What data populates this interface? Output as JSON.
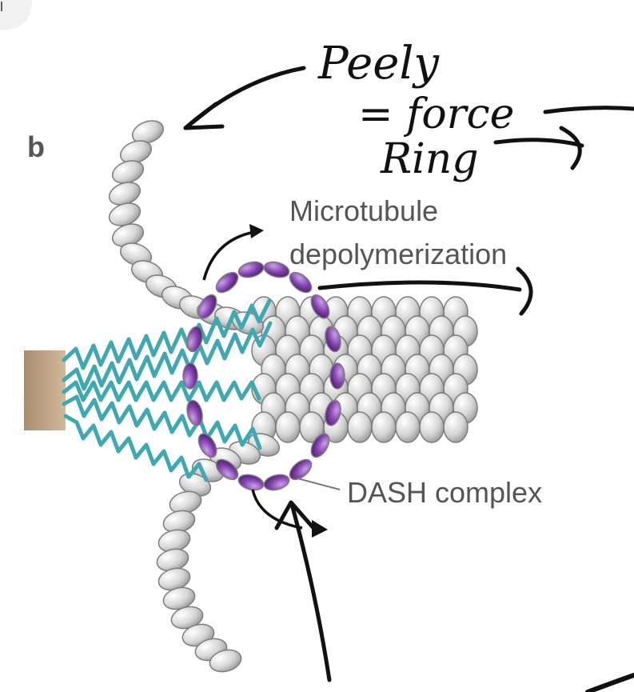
{
  "figure": {
    "panel_letter": "b",
    "labels": {
      "microtubule_line1": "Microtubule",
      "microtubule_line2": "depolymerization",
      "dash_complex": "DASH complex"
    },
    "handwritten": {
      "line1": "Peely",
      "line2": "= force",
      "line3": "Ring"
    }
  },
  "colors": {
    "dash_ring": "#7a3fa0",
    "dash_ring_light": "#b07fd0",
    "linker": "#3fa8b0",
    "tubulin": "#d8d8d8",
    "tubulin_edge": "#8a8a8a",
    "anchor": "#c2a88a",
    "ink": "#111111"
  }
}
